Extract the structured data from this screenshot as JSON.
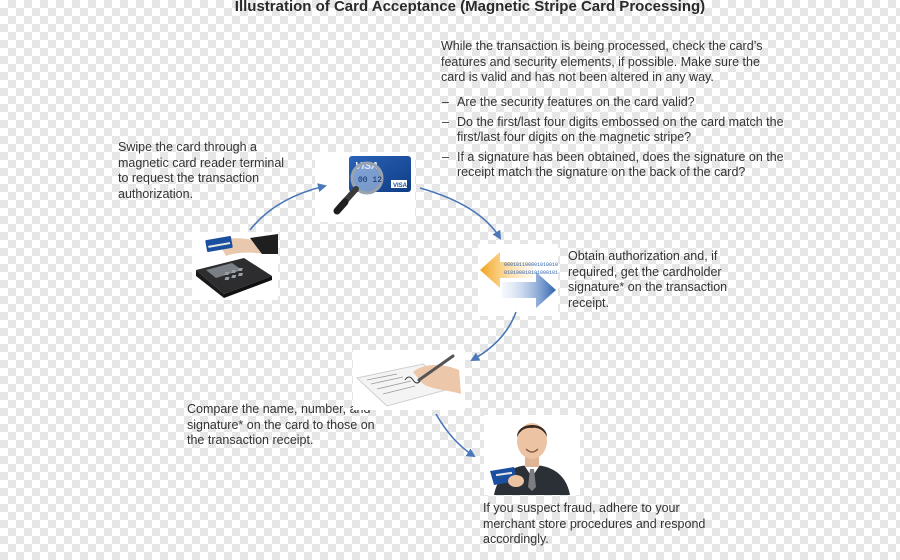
{
  "title": "Illustration of Card Acceptance (Magnetic Stripe Card Processing)",
  "steps": {
    "check": {
      "intro": "While the transaction is being processed, check the card’s features and security elements, if possible. Make sure the card is valid and has not been altered in any way.",
      "questions": [
        "Are the security features on the card valid?",
        "Do the first/last four digits embossed on the card match the first/last four digits on the magnetic stripe?",
        "If a signature has been obtained, does the signature on the receipt match the signature on the back of the card?"
      ],
      "dash": "–"
    },
    "swipe": "Swipe the card through a magnetic card reader terminal to request the transaction authorization.",
    "authorize": "Obtain authorization and, if required, get the cardholder signature* on the transaction receipt.",
    "compare": "Compare the name, number, and signature* on the card to those on the transaction receipt.",
    "fraud": "If you suspect fraud, adhere to your merchant store procedures and respond accordingly."
  },
  "card": {
    "brand": "VISA",
    "number_fragment": "00 12"
  },
  "binary_text": [
    "0001011000010100101",
    "0101000101010001010"
  ],
  "colors": {
    "arrow": "#4a78b8",
    "card_blue": "#1a4fa0",
    "orange": "#f2a31b",
    "binary_blue": "#2e62b0"
  },
  "icons": {
    "card_reader": "card-reader-terminal",
    "card": "credit-card-with-magnifier",
    "exchange": "authorization-exchange-arrows",
    "signing": "signing-receipt",
    "person": "businessman-holding-card"
  }
}
